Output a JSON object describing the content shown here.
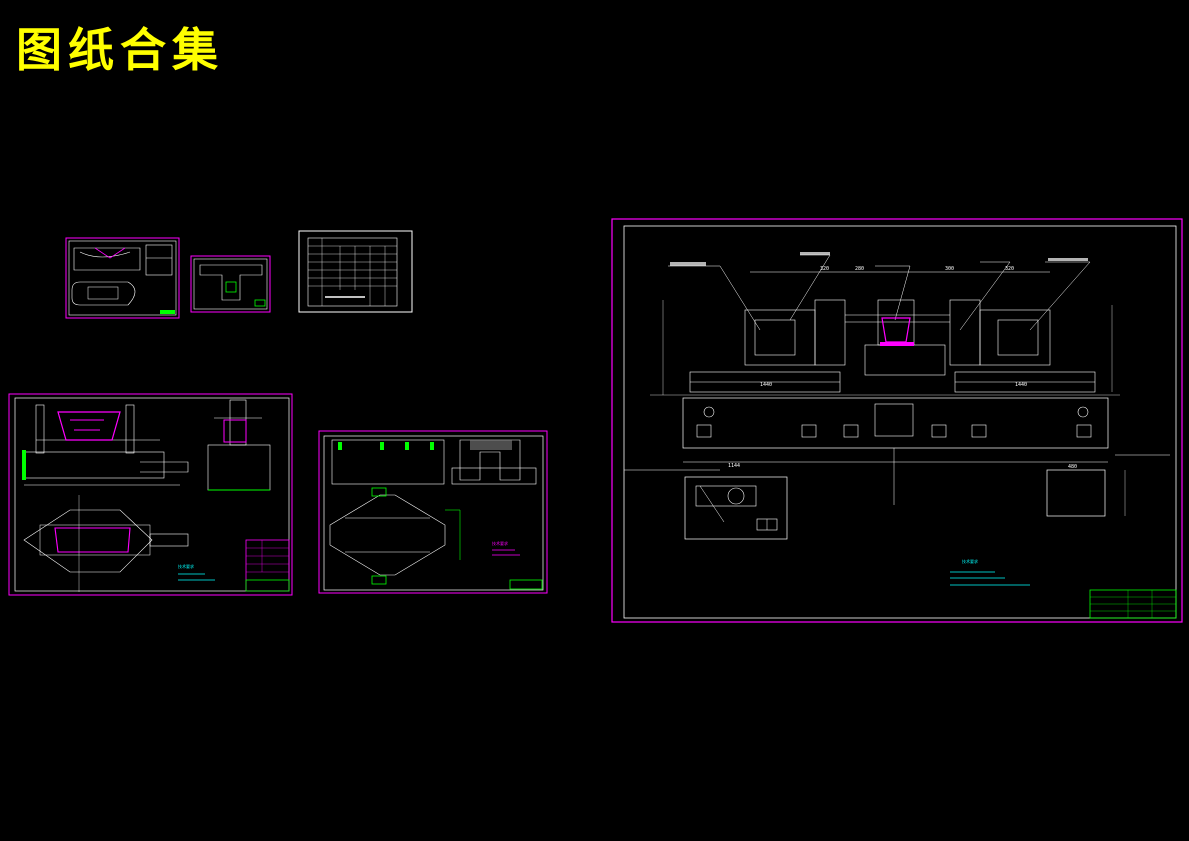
{
  "header": {
    "title": "图纸合集"
  },
  "colors": {
    "background": "#000000",
    "frame": "#ff00ff",
    "line": "#ffffff",
    "accent_magenta": "#ff00ff",
    "green": "#00ff00",
    "cyan": "#00ffff",
    "title_yellow": "#ffff00"
  },
  "main_drawing": {
    "dims_top": [
      "320",
      "280",
      "300",
      "320"
    ],
    "dims_base": [
      "1440",
      "1440"
    ],
    "dim_bottom_left": "1144",
    "dim_bottom_right": "480"
  }
}
